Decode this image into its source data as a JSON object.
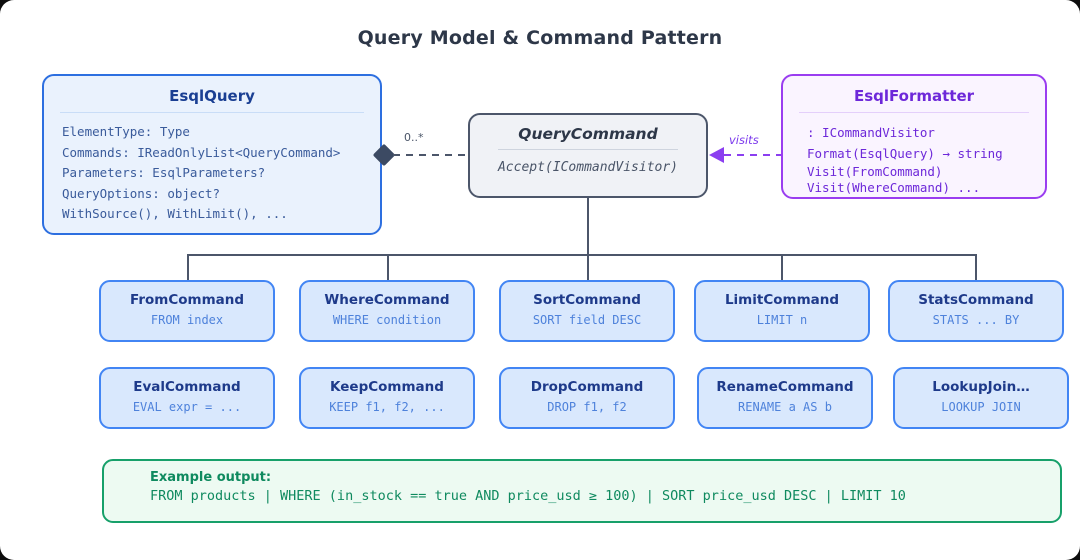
{
  "title": "Query Model & Command Pattern",
  "classes": {
    "esql_query": {
      "name": "EsqlQuery",
      "members": "ElementType: Type\nCommands: IReadOnlyList<QueryCommand>\nParameters: EsqlParameters?\nQueryOptions: object?\nWithSource(), WithLimit(), ..."
    },
    "query_command": {
      "name": "QueryCommand",
      "members": "Accept(ICommandVisitor)"
    },
    "esql_formatter": {
      "name": "EsqlFormatter",
      "members_top": ": ICommandVisitor\nFormat(EsqlQuery) → string",
      "members_bottom": "Visit(FromCommand)\nVisit(WhereCommand) ..."
    }
  },
  "relations": {
    "composition_multiplicity": "0..*",
    "visitor_label": "visits"
  },
  "commands_row1": [
    {
      "name": "FromCommand",
      "syntax": "FROM index"
    },
    {
      "name": "WhereCommand",
      "syntax": "WHERE condition"
    },
    {
      "name": "SortCommand",
      "syntax": "SORT field DESC"
    },
    {
      "name": "LimitCommand",
      "syntax": "LIMIT n"
    },
    {
      "name": "StatsCommand",
      "syntax": "STATS ... BY"
    }
  ],
  "commands_row2": [
    {
      "name": "EvalCommand",
      "syntax": "EVAL expr = ..."
    },
    {
      "name": "KeepCommand",
      "syntax": "KEEP f1, f2, ..."
    },
    {
      "name": "DropCommand",
      "syntax": "DROP f1, f2"
    },
    {
      "name": "RenameCommand",
      "syntax": "RENAME a AS b"
    },
    {
      "name": "LookupJoin…",
      "syntax": "LOOKUP JOIN"
    }
  ],
  "example": {
    "label": "Example output:",
    "code": "FROM products | WHERE (in_stock == true AND price_usd ≥ 100) | SORT price_usd DESC | LIMIT 10"
  },
  "colors": {
    "query_blue": "#2d6fe0",
    "command_gray": "#4c566a",
    "formatter_purple": "#9a3df0",
    "leaf_blue": "#4285f4",
    "example_green": "#17a06a",
    "title_ink": "#2d3748"
  }
}
